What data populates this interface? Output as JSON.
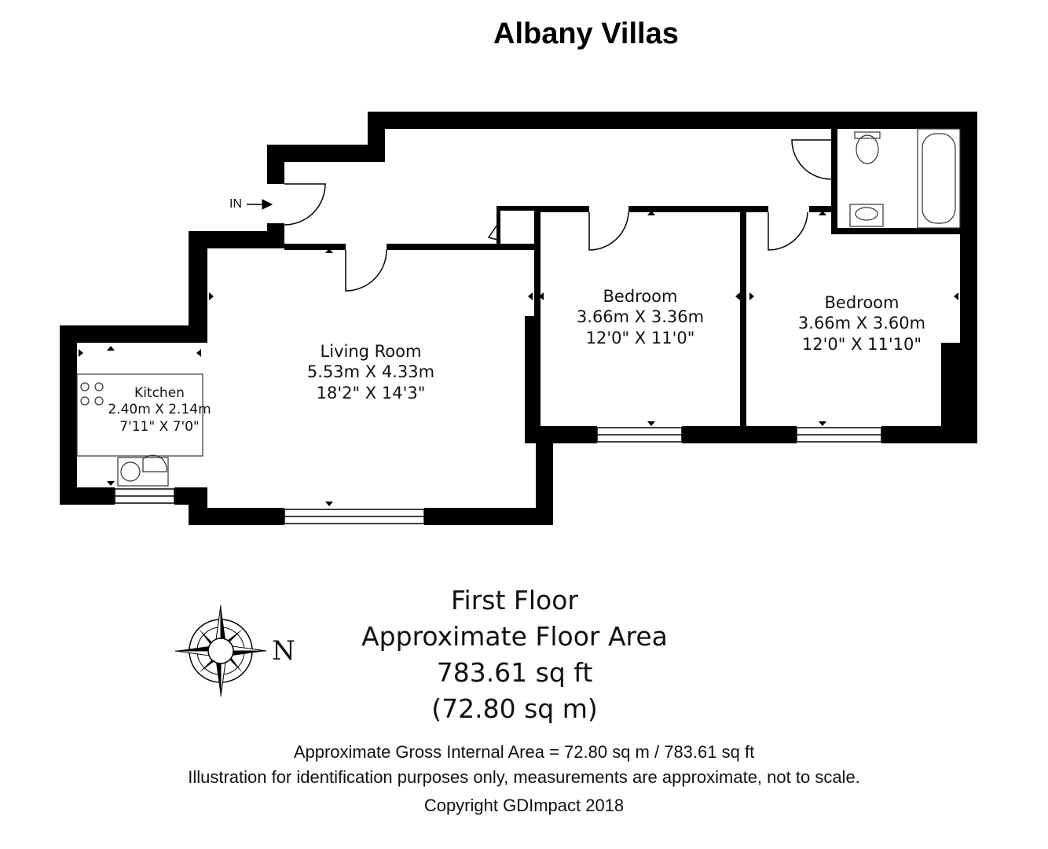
{
  "title": "Albany Villas",
  "entrance_label": "IN",
  "rooms": {
    "living": {
      "name": "Living Room",
      "metric": "5.53m X 4.33m",
      "imperial": "18'2\" X 14'3\""
    },
    "kitchen": {
      "name": "Kitchen",
      "metric": "2.40m X 2.14m",
      "imperial": "7'11\" X 7'0\""
    },
    "bedroom1": {
      "name": "Bedroom",
      "metric": "3.66m X 3.36m",
      "imperial": "12'0\" X 11'0\""
    },
    "bedroom2": {
      "name": "Bedroom",
      "metric": "3.66m X 3.60m",
      "imperial": "12'0\" X 11'10\""
    }
  },
  "compass_label": "N",
  "summary": {
    "floor": "First Floor",
    "area_label": "Approximate Floor Area",
    "area_sqft": "783.61 sq ft",
    "area_sqm": "(72.80 sq m)"
  },
  "footer": {
    "gross_area": "Approximate Gross Internal Area = 72.80 sq m / 783.61 sq ft",
    "disclaimer": "Illustration for identification purposes only, measurements are approximate, not to scale.",
    "copyright": "Copyright GDImpact 2018"
  },
  "colors": {
    "wall": "#000000",
    "fixture": "#333333",
    "background": "#ffffff"
  }
}
